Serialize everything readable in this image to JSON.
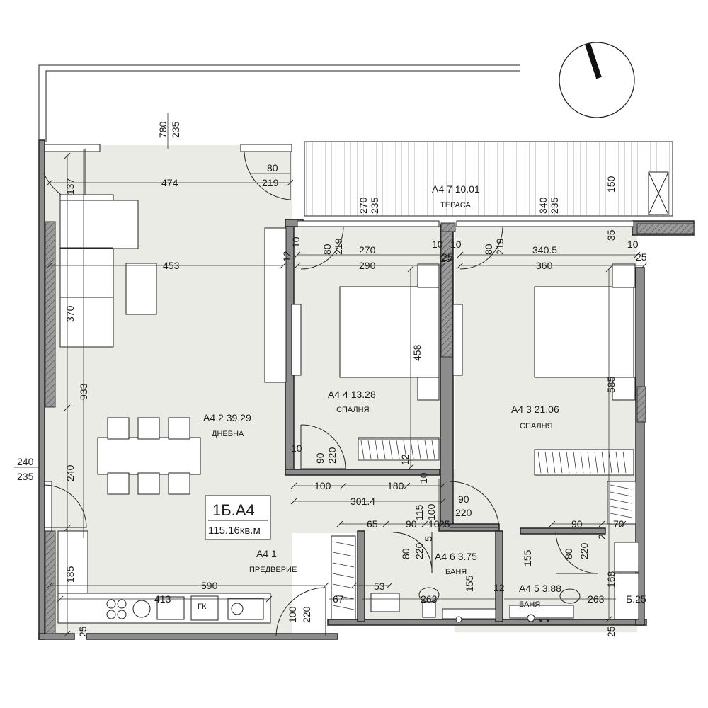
{
  "unit": {
    "code": "1Б.А4",
    "area": "115.16кв.м"
  },
  "rooms": [
    {
      "id": "terrace",
      "label": "А4 7 10.01",
      "name": "ТЕРАСА"
    },
    {
      "id": "bedroom-4",
      "label": "А4 4 13.28",
      "name": "СПАЛНЯ"
    },
    {
      "id": "bedroom-3",
      "label": "А4 3 21.06",
      "name": "СПАЛНЯ"
    },
    {
      "id": "living",
      "label": "А4 2 39.29",
      "name": "ДНЕВНА"
    },
    {
      "id": "hall",
      "label": "А4 1",
      "name": "ПРЕДВЕРИЕ"
    },
    {
      "id": "bath-6",
      "label": "А4 6 3.75",
      "name": "БАНЯ"
    },
    {
      "id": "bath-5",
      "label": "А4 5 3.88",
      "name": "БАНЯ"
    }
  ],
  "fixtures": {
    "shaft": "ГК",
    "column": "Б.25"
  },
  "dimensions": [
    "780",
    "235",
    "80",
    "219",
    "474",
    "137",
    "270",
    "235",
    "340",
    "235",
    "150",
    "10",
    "80",
    "219",
    "270",
    "10",
    "25",
    "10",
    "80",
    "219",
    "340.5",
    "10",
    "35",
    "12",
    "453",
    "290",
    "25",
    "360",
    "25",
    "370",
    "458",
    "585",
    "933",
    "10",
    "90",
    "220",
    "12",
    "100",
    "180",
    "10",
    "301.4",
    "115",
    "100",
    "90",
    "220",
    "240",
    "235",
    "240",
    "65",
    "90",
    "10",
    "25",
    "90",
    "70",
    "2",
    "80",
    "220",
    "5",
    "155",
    "80",
    "220",
    "185",
    "53",
    "155",
    "12",
    "168",
    "590",
    "413",
    "67",
    "263",
    "263",
    "100",
    "220",
    "25",
    "25"
  ]
}
